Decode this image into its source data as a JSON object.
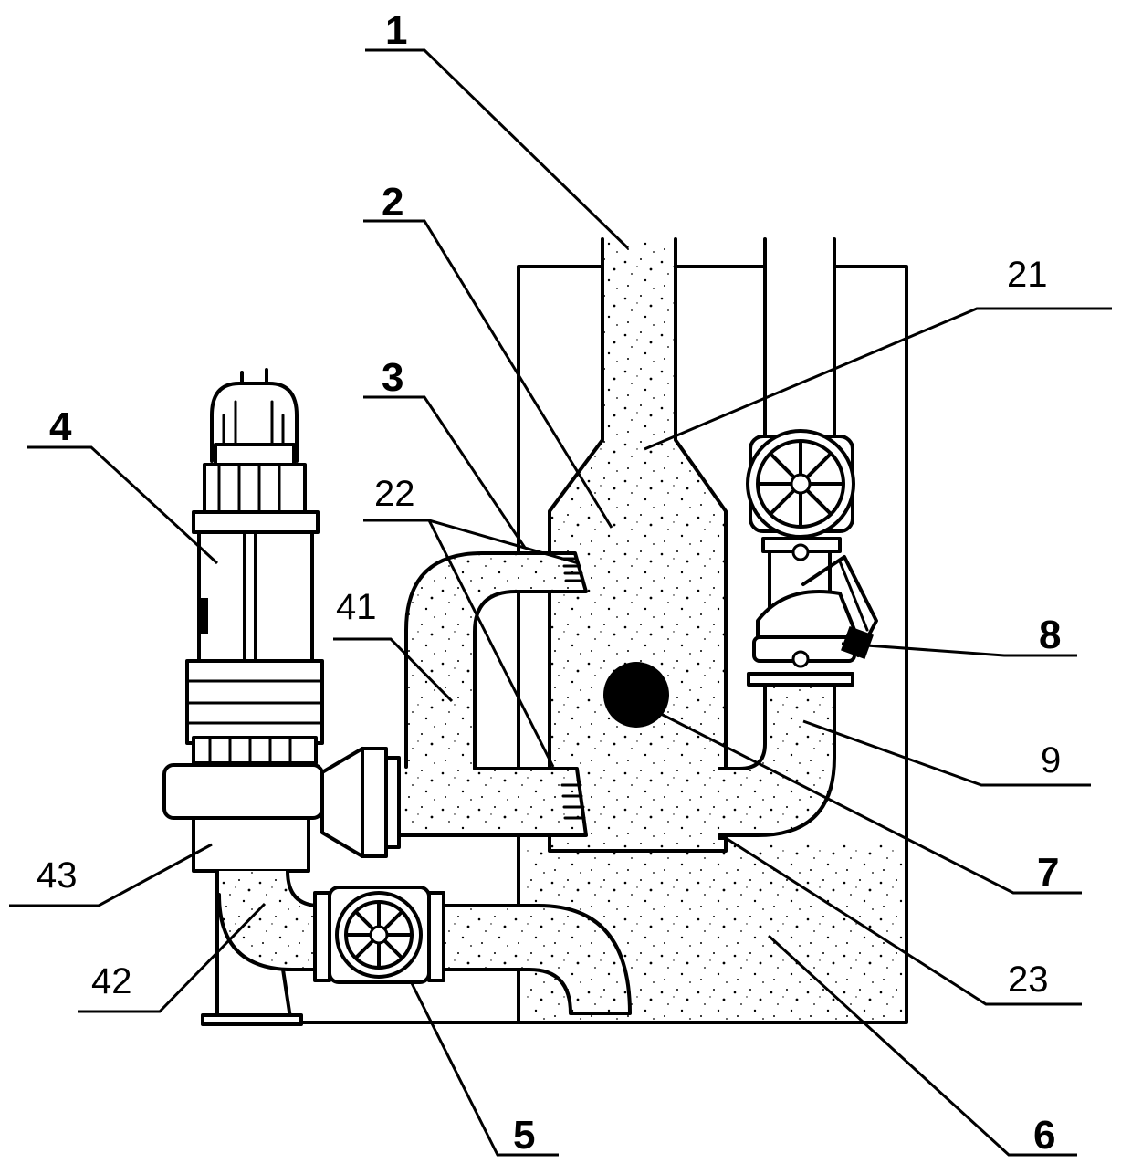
{
  "labels": {
    "l1": "1",
    "l2": "2",
    "l3": "3",
    "l4": "4",
    "l5": "5",
    "l6": "6",
    "l7": "7",
    "l8": "8",
    "l9": "9",
    "l21": "21",
    "l22": "22",
    "l23": "23",
    "l41": "41",
    "l42": "42",
    "l43": "43"
  },
  "colors": {
    "line": "#000000",
    "background": "#ffffff"
  }
}
